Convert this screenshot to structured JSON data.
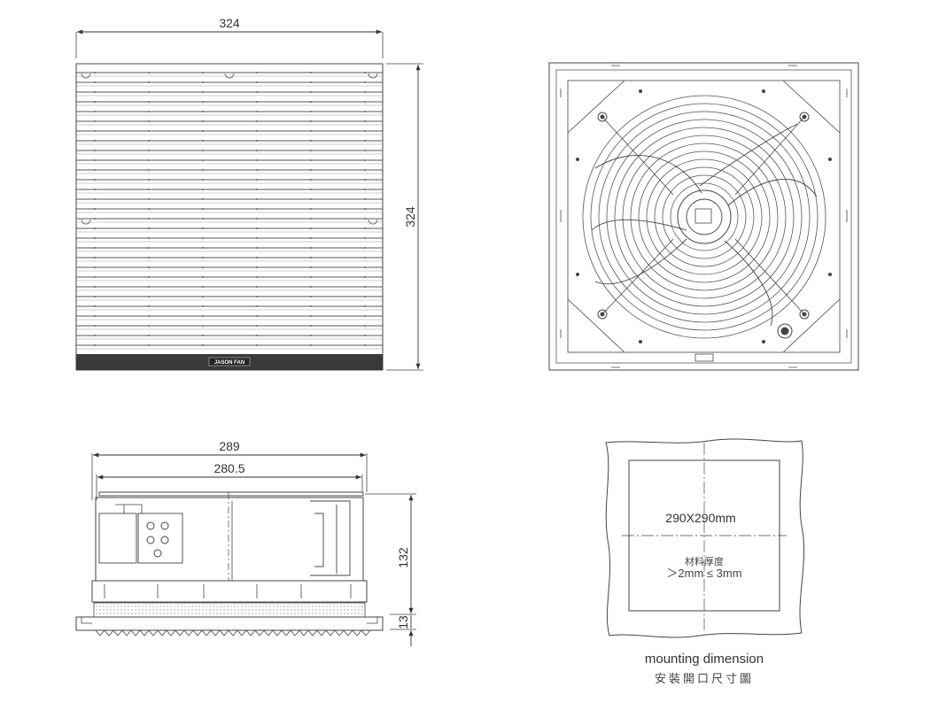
{
  "front_view": {
    "width_dim": "324",
    "height_dim": "324",
    "brand_label": "JASON FAN"
  },
  "side_view": {
    "overall_width_dim": "289",
    "inner_width_dim": "280.5",
    "height_dim": "132",
    "flange_dim": "13"
  },
  "cutout": {
    "size_label": "290X290mm",
    "material_label_zh": "材料厚度",
    "thickness_label": "＞2mm ≤ 3mm",
    "caption": "mounting dimension",
    "caption_zh": "安裝開口尺寸圖"
  },
  "colors": {
    "line": "#444444",
    "dark_band": "#3a3a3a"
  }
}
